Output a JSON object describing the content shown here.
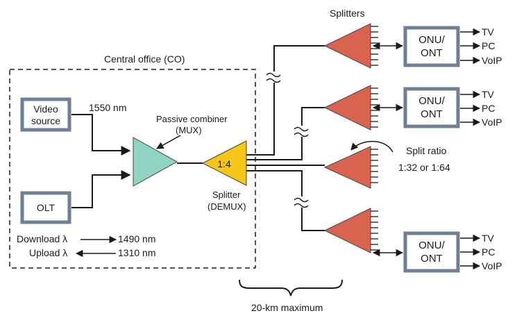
{
  "central_office": {
    "label": "Central office (CO)"
  },
  "video_source": {
    "line1": "Video",
    "line2": "source"
  },
  "olt": {
    "label": "OLT"
  },
  "wavelength_1550": "1550 nm",
  "combiner": {
    "line1": "Passive combiner",
    "line2": "(MUX)"
  },
  "splitter_main": {
    "ratio": "1:4",
    "line1": "Splitter",
    "line2": "(DEMUX)"
  },
  "download": {
    "label": "Download λ",
    "value": "1490 nm"
  },
  "upload": {
    "label": "Upload λ",
    "value": "1310 nm"
  },
  "splitters_label": "Splitters",
  "split_ratio": {
    "line1": "Split ratio",
    "line2": "1:32 or 1:64"
  },
  "distance": "20-km maximum",
  "onu": {
    "line1": "ONU/",
    "line2": "ONT"
  },
  "outputs": [
    "TV",
    "PC",
    "VoIP"
  ],
  "colors": {
    "combiner": "#8fd3c0",
    "splitter_main": "#f5c518",
    "splitters": "#d9634f",
    "box_border": "#6e7f96"
  }
}
